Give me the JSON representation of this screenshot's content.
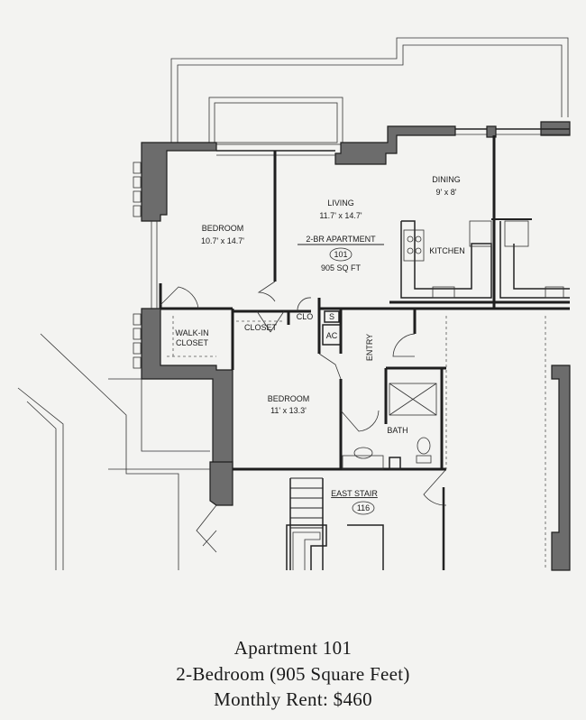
{
  "rooms": {
    "bedroom1": {
      "name": "BEDROOM",
      "size": "10.7' x 14.7'"
    },
    "living": {
      "name": "LIVING",
      "size": "11.7' x 14.7'"
    },
    "dining": {
      "name": "DINING",
      "size": "9' x 8'"
    },
    "kitchen": {
      "name": "KITCHEN"
    },
    "walkin": {
      "name_line1": "WALK-IN",
      "name_line2": "CLOSET"
    },
    "closet": {
      "name": "CLOSET"
    },
    "clo": {
      "name": "CLO"
    },
    "s": {
      "name": "S"
    },
    "ac": {
      "name": "AC"
    },
    "entry": {
      "name": "ENTRY"
    },
    "bedroom2": {
      "name": "BEDROOM",
      "size": "11' x 13.3'"
    },
    "bath": {
      "name": "BATH"
    },
    "east_stair": {
      "name": "EAST STAIR",
      "number": "116"
    }
  },
  "apartment_tag": {
    "label": "2-BR APARTMENT",
    "number": "101",
    "area": "905 SQ FT"
  },
  "caption": {
    "line1": "Apartment 101",
    "line2": "2-Bedroom (905 Square Feet)",
    "line3": "Monthly Rent: $460"
  }
}
